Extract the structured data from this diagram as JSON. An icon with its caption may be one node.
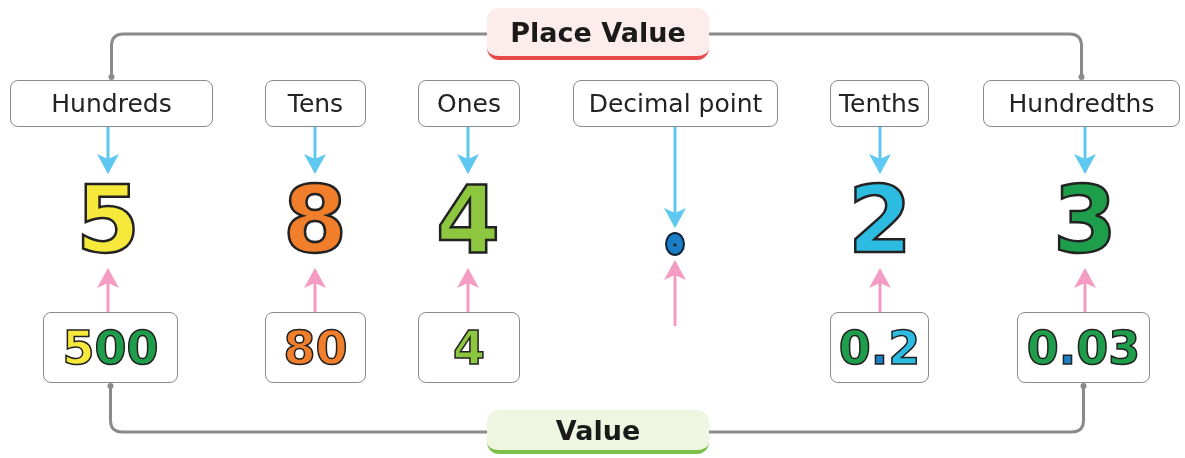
{
  "diagram": {
    "nodes": [
      {
        "text": [
          "Place Value"
        ]
      },
      {
        "text": [
          "Hundreds"
        ]
      },
      {
        "text": [
          "Tens"
        ]
      },
      {
        "text": [
          "Ones"
        ]
      },
      {
        "text": [
          "Decimal point"
        ]
      },
      {
        "text": [
          "Tenths"
        ]
      },
      {
        "text": [
          "Hundredths"
        ]
      },
      {
        "text": [
          "5"
        ]
      },
      {
        "text": [
          "8"
        ]
      },
      {
        "text": [
          "4"
        ]
      },
      {
        "text": [
          "."
        ]
      },
      {
        "text": [
          "2"
        ]
      },
      {
        "text": [
          "3"
        ]
      },
      {
        "text": [
          "500"
        ]
      },
      {
        "text": [
          "80"
        ]
      },
      {
        "text": [
          "4"
        ]
      },
      {
        "text": [
          "0.2"
        ]
      },
      {
        "text": [
          "0.03"
        ]
      },
      {
        "text": [
          "Value"
        ]
      }
    ],
    "edges": [
      {
        "from": 0,
        "to": 1,
        "arrow": "other",
        "color": "#8a8a8a"
      },
      {
        "from": 0,
        "to": 6,
        "arrow": "other",
        "color": "#8a8a8a"
      },
      {
        "from": 1,
        "to": 7,
        "arrow": "to",
        "color": "#5ec8f0"
      },
      {
        "from": 2,
        "to": 8,
        "arrow": "to",
        "color": "#5ec8f0"
      },
      {
        "from": 3,
        "to": 9,
        "arrow": "to",
        "color": "#5ec8f0"
      },
      {
        "from": 4,
        "to": 10,
        "arrow": "to",
        "color": "#5ec8f0"
      },
      {
        "from": 5,
        "to": 11,
        "arrow": "to",
        "color": "#5ec8f0"
      },
      {
        "from": 6,
        "to": 12,
        "arrow": "to",
        "color": "#5ec8f0"
      },
      {
        "from": 13,
        "to": 7,
        "arrow": "to",
        "color": "#f49cc4"
      },
      {
        "from": 14,
        "to": 8,
        "arrow": "to",
        "color": "#f49cc4"
      },
      {
        "from": 15,
        "to": 9,
        "arrow": "to",
        "color": "#f49cc4"
      },
      {
        "from": null,
        "to": 10,
        "arrow": "to",
        "color": "#f49cc4"
      },
      {
        "from": 16,
        "to": 11,
        "arrow": "to",
        "color": "#f49cc4"
      },
      {
        "from": 17,
        "to": 12,
        "arrow": "to",
        "color": "#f49cc4"
      },
      {
        "from": 18,
        "to": 13,
        "arrow": "other",
        "color": "#8a8a8a"
      },
      {
        "from": 18,
        "to": 17,
        "arrow": "other",
        "color": "#8a8a8a"
      }
    ]
  }
}
